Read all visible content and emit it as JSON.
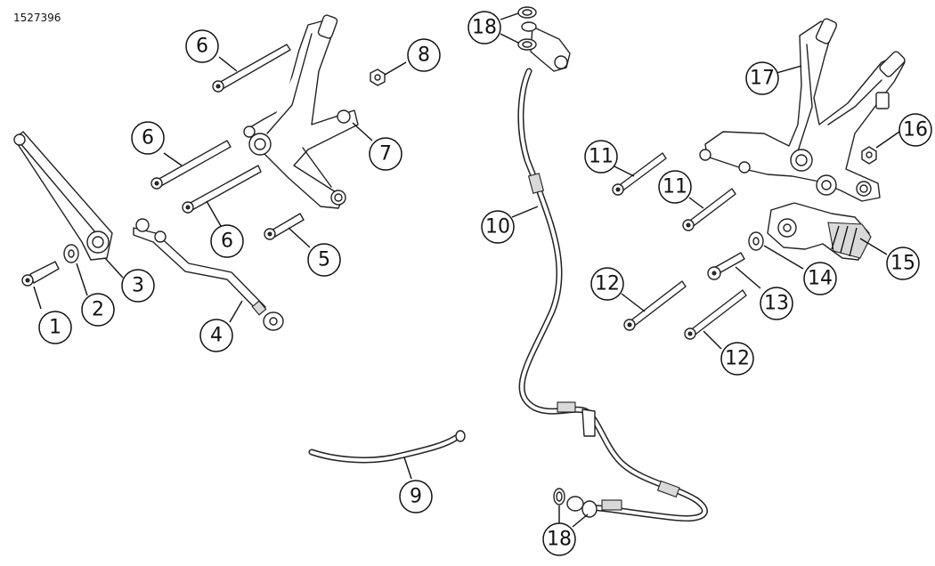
{
  "reference_number": "1527396",
  "callouts": [
    "1",
    "2",
    "3",
    "4",
    "5",
    "6",
    "6",
    "6",
    "7",
    "8",
    "9",
    "10",
    "11",
    "11",
    "12",
    "12",
    "13",
    "14",
    "15",
    "16",
    "17",
    "18",
    "18"
  ]
}
